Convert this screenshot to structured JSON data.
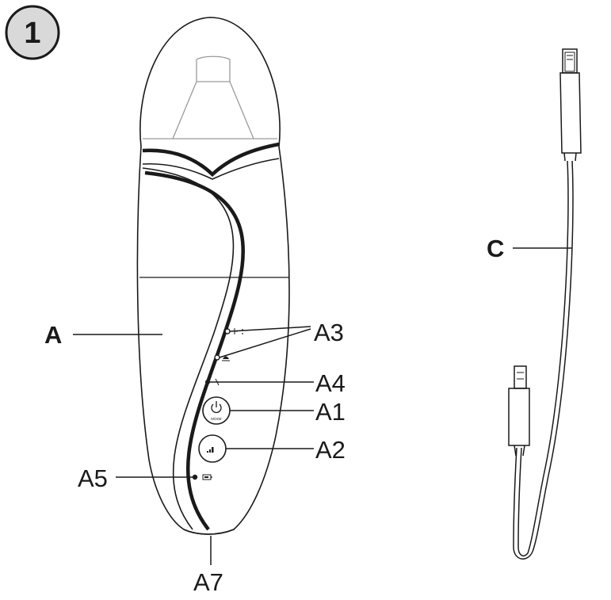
{
  "figure": {
    "number": "1",
    "labels": {
      "device": "A",
      "cable": "C",
      "a1": "A1",
      "a2": "A2",
      "a3": "A3",
      "a4": "A4",
      "a5": "A5",
      "a7": "A7"
    },
    "power_button_text": "MODE"
  },
  "icons": {
    "power": "power-icon",
    "intensity": "intensity-bars-icon",
    "battery": "battery-icon"
  },
  "colors": {
    "stroke": "#1a1a1a",
    "light_stroke": "#9a9a9a",
    "badge_fill": "#d9d9d9"
  }
}
